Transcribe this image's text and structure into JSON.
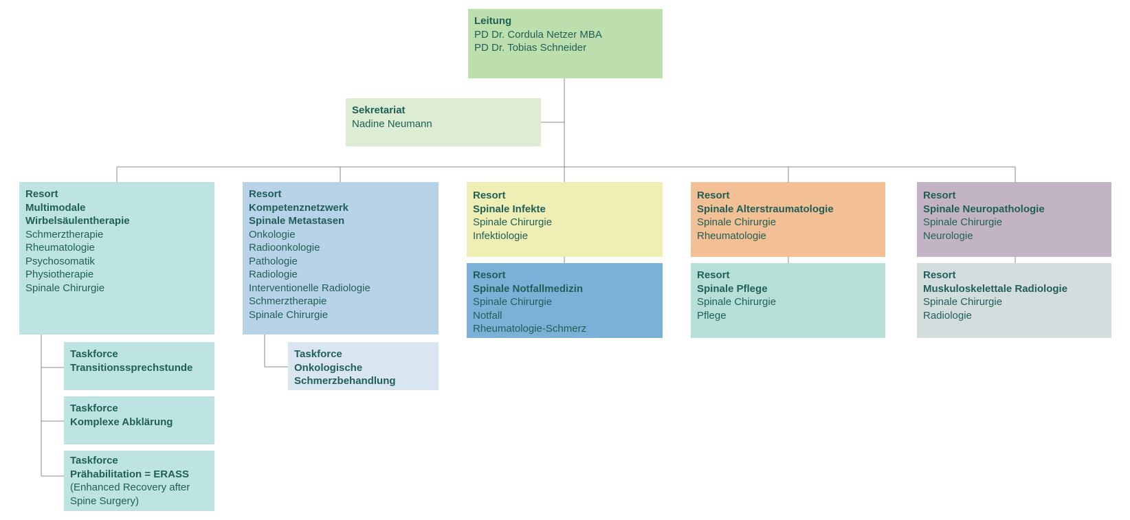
{
  "leitung": {
    "title": "Leitung",
    "members": [
      "PD Dr. Cordula Netzer MBA",
      "PD Dr. Tobias Schneider"
    ],
    "color": "#bddfad"
  },
  "sekretariat": {
    "title": "Sekretariat",
    "members": [
      "Nadine Neumann"
    ],
    "color": "#ddedd4"
  },
  "resorts": [
    {
      "title_lines": [
        "Resort",
        "Multimodale",
        "Wirbelsäulentherapie"
      ],
      "items": [
        "Schmerztherapie",
        "Rheumatologie",
        "Psychosomatik",
        "Physiotherapie",
        "Spinale Chirurgie"
      ],
      "color": "#bde3e2"
    },
    {
      "title_lines": [
        "Resort",
        "Kompetenznetzwerk",
        "Spinale Metastasen"
      ],
      "items": [
        "Onkologie",
        "Radioonkologie",
        "Pathologie",
        "Radiologie",
        "Interventionelle Radiologie",
        "Schmerztherapie",
        "Spinale Chirurgie"
      ],
      "color": "#b8d3e8"
    },
    {
      "title_lines": [
        "Resort",
        "Spinale Infekte"
      ],
      "items": [
        "Spinale Chirurgie",
        "Infektiologie"
      ],
      "color": "#efefb5"
    },
    {
      "title_lines": [
        "Resort",
        "Spinale Alterstraumatologie"
      ],
      "items": [
        "Spinale Chirurgie",
        "Rheumatologie"
      ],
      "color": "#f3bf94"
    },
    {
      "title_lines": [
        "Resort",
        "Spinale Neuropathologie"
      ],
      "items": [
        "Spinale Chirurgie",
        "Neurologie"
      ],
      "color": "#c3b4c5"
    }
  ],
  "sub_resorts": [
    {
      "title_lines": [
        "Resort",
        "Spinale Notfallmedizin"
      ],
      "items": [
        "Spinale Chirurgie",
        "Notfall",
        "Rheumatologie-Schmerz"
      ],
      "color": "#7ab1d7"
    },
    {
      "title_lines": [
        "Resort",
        "Spinale Pflege"
      ],
      "items": [
        "Spinale Chirurgie",
        "Pflege"
      ],
      "color": "#b6e0d7"
    },
    {
      "title_lines": [
        "Resort",
        "Muskuloskelettale Radiologie"
      ],
      "items": [
        "Spinale Chirurgie",
        "Radiologie"
      ],
      "color": "#d4dddd"
    }
  ],
  "taskforces": [
    {
      "title_lines": [
        "Taskforce",
        "Transitionssprechstunde"
      ],
      "items": [],
      "color": "#bde3e2"
    },
    {
      "title_lines": [
        "Taskforce",
        "Komplexe Abklärung"
      ],
      "items": [],
      "color": "#bde3e2"
    },
    {
      "title_lines": [
        "Taskforce",
        "Prähabilitation = ERASS"
      ],
      "items": [
        "(Enhanced Recovery after",
        " Spine Surgery)"
      ],
      "color": "#bde3e2"
    },
    {
      "title_lines": [
        "Taskforce",
        "Onkologische",
        "Schmerzbehandlung"
      ],
      "items": [],
      "color": "#d9e6f2"
    }
  ]
}
